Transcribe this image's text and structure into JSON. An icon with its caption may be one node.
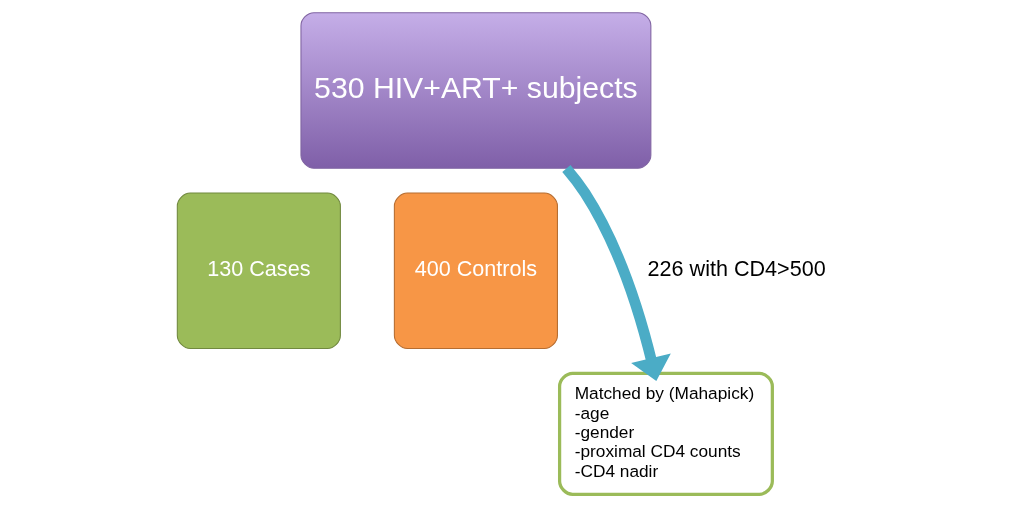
{
  "diagram": {
    "nodes": [
      {
        "text": [
          "530 HIV+ART+ subjects"
        ]
      },
      {
        "text": [
          "130 Cases"
        ]
      },
      {
        "text": [
          "400 Controls"
        ]
      },
      {
        "text": [
          "Matched by (Mahapick)",
          "-age",
          "-gender",
          "-proximal CD4 counts",
          "-CD4 nadir"
        ]
      }
    ],
    "edges": [
      {
        "from": 0,
        "to": 3,
        "arrow": "to",
        "label": "226 with CD4>500",
        "color": "#4bacc6"
      }
    ]
  }
}
